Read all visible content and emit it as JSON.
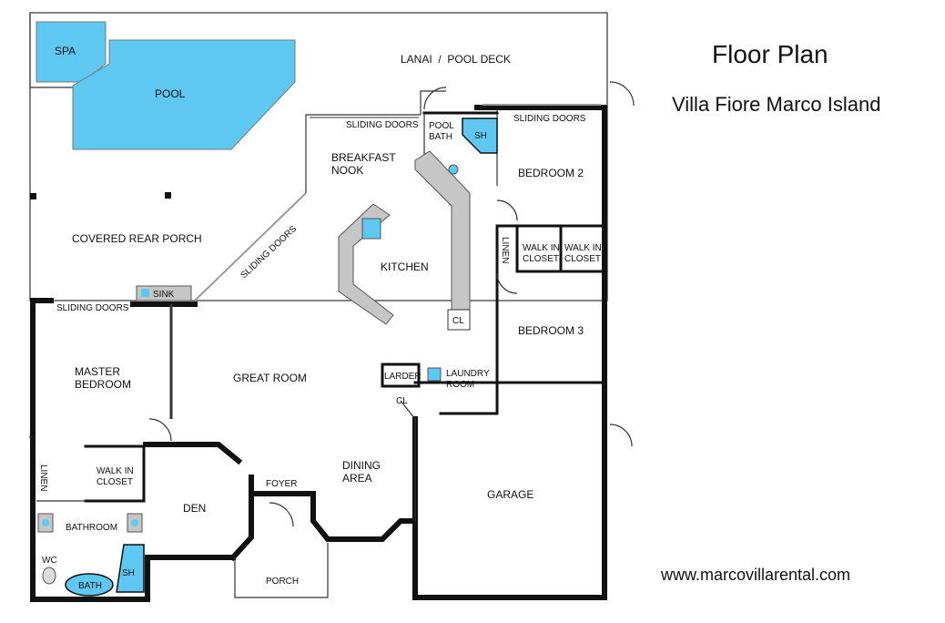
{
  "header": {
    "title": "Floor Plan",
    "subtitle": "Villa Fiore Marco Island",
    "website": "www.marcovillarental.com"
  },
  "colors": {
    "water": "#5ec8f2",
    "counter": "#c6c6c6",
    "wall": "#111111"
  },
  "labels": {
    "spa": "SPA",
    "pool": "POOL",
    "lanai": "LANAI  /  POOL DECK",
    "sliding_top": "SLIDING DOORS",
    "pool_bath_1": "POOL",
    "pool_bath_2": "BATH",
    "sh_pool": "SH",
    "sliding_bed2": "SLIDING DOORS",
    "bedroom2": "BEDROOM 2",
    "breakfast_1": "BREAKFAST",
    "breakfast_2": "NOOK",
    "covered_porch": "COVERED REAR PORCH",
    "sliding_diag": "SLIDING DOORS",
    "kitchen": "KITCHEN",
    "linen_1": "LINEN",
    "walkin_a_1": "WALK IN",
    "walkin_a_2": "CLOSET",
    "walkin_b_1": "WALK IN",
    "walkin_b_2": "CLOSET",
    "sink": "SINK",
    "sliding_master": "SLIDING DOORS",
    "cl_kitchen": "CL",
    "bedroom3": "BEDROOM 3",
    "master_1": "MASTER",
    "master_2": "BEDROOM",
    "great_room": "GREAT ROOM",
    "larder": "LARDER",
    "laundry_1": "LAUNDRY",
    "laundry_2": "ROOM",
    "cl_hall": "CL",
    "linen_2": "LINEN",
    "walkin_m_1": "WALK IN",
    "walkin_m_2": "CLOSET",
    "foyer": "FOYER",
    "dining_1": "DINING",
    "dining_2": "AREA",
    "garage": "GARAGE",
    "den": "DEN",
    "bathroom": "BATHROOM",
    "wc": "WC",
    "sh_master": "SH",
    "bath": "BATH",
    "porch": "PORCH"
  }
}
